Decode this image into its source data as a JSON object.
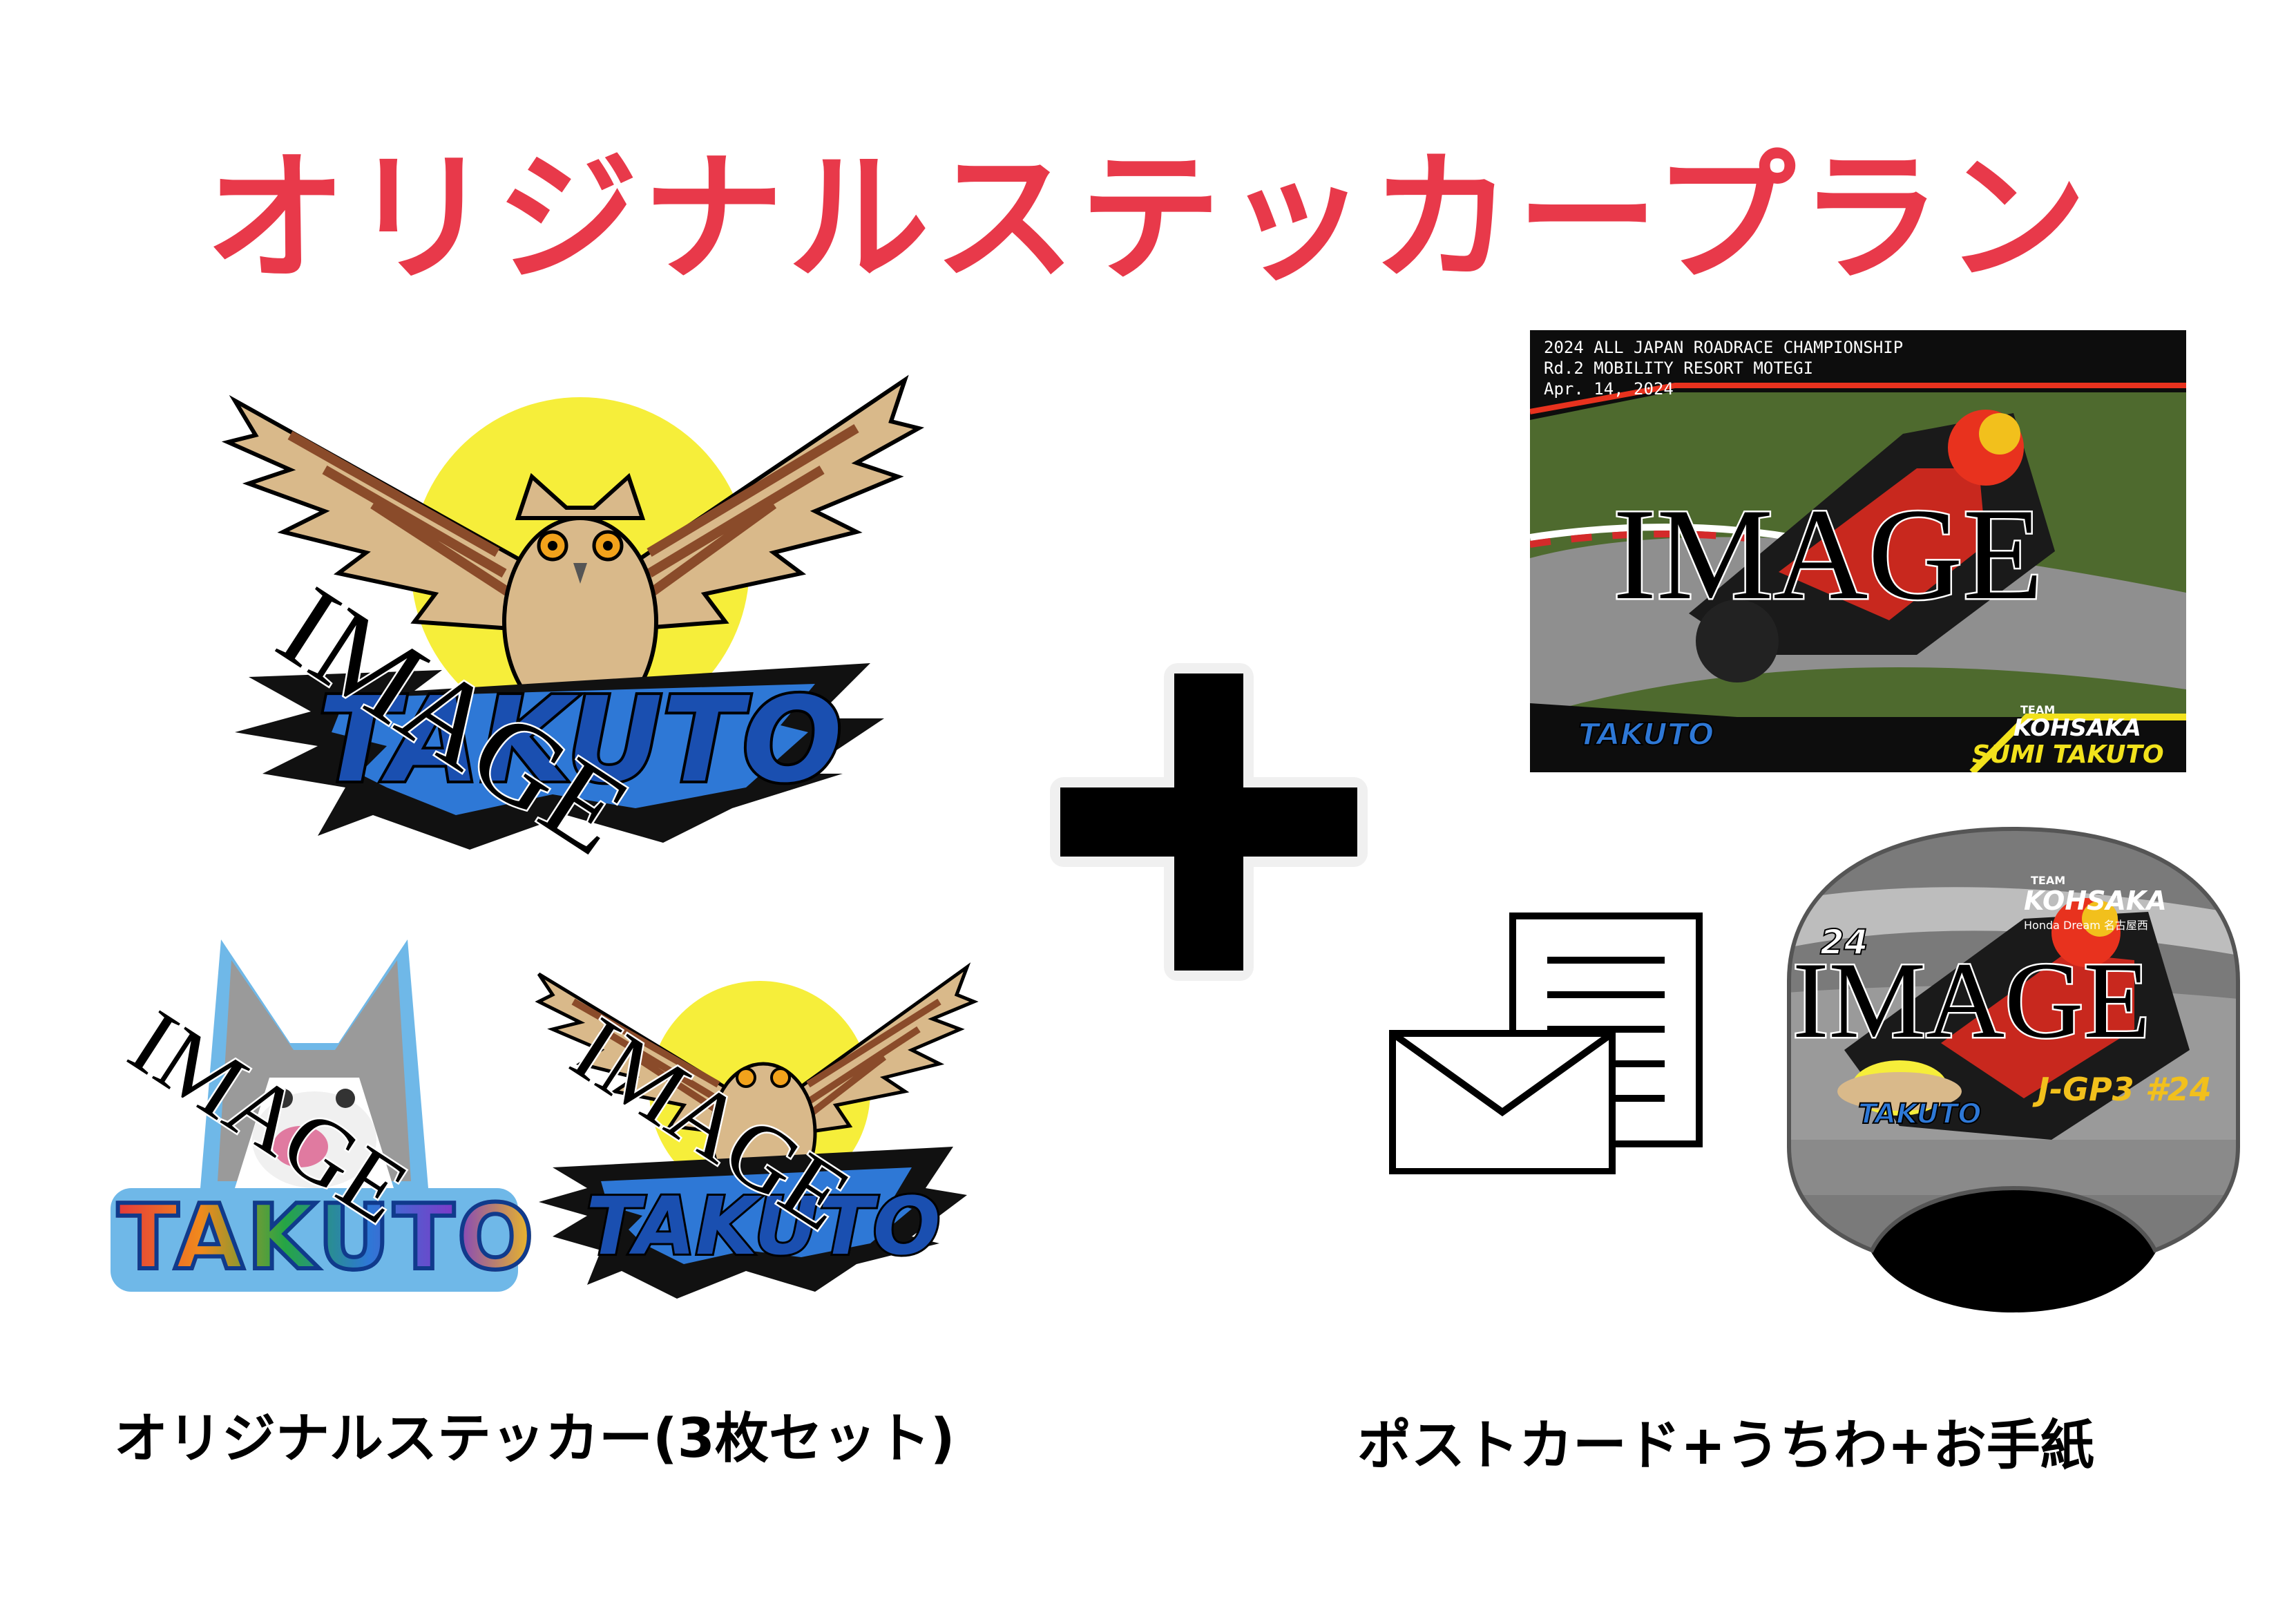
{
  "title": "オリジナルステッカープラン",
  "colors": {
    "title": "#e8394a",
    "plus": "#000000",
    "owl_feather": "#d9b98a",
    "owl_stripe": "#8a4b2a",
    "sun": "#f6ee3a",
    "logo_blue": "#2e78d6"
  },
  "left": {
    "main_sticker": {
      "watermark": "IMAGE",
      "logo_text": "TAKUTO",
      "icon": "owl-logo-icon"
    },
    "small_stickers": [
      {
        "watermark": "IMAGE",
        "logo_text": "TAKUTO",
        "icon": "husky-logo-icon"
      },
      {
        "watermark": "IMAGE",
        "logo_text": "TAKUTO",
        "icon": "owl-logo-icon"
      }
    ],
    "caption": "オリジナルステッカー(3枚セット)"
  },
  "plus_icon": "plus-icon",
  "right": {
    "postcard": {
      "header_lines": [
        "2024 ALL JAPAN ROADRACE CHAMPIONSHIP",
        "Rd.2 MOBILITY RESORT MOTEGI",
        "Apr. 14, 2024"
      ],
      "watermark": "IMAGE",
      "team_small": "TEAM",
      "team_name": "KOHSAKA",
      "rider": "SUMI TAKUTO",
      "logo_text": "TAKUTO"
    },
    "letter_icon": "envelope-letter-icon",
    "uchiwa": {
      "team_small": "TEAM",
      "team_name": "KOHSAKA",
      "sponsor": "Honda Dream 名古屋西",
      "number": "24",
      "watermark": "IMAGE",
      "logo_text": "TAKUTO",
      "class_label": "J-GP3 #24"
    },
    "caption": "ポストカード+うちわ+お手紙"
  }
}
